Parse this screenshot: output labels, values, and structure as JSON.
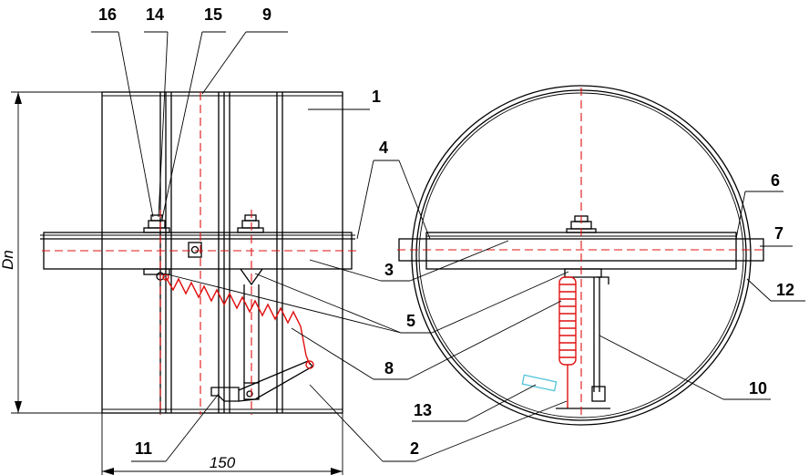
{
  "callouts": {
    "c16": "16",
    "c14": "14",
    "c15": "15",
    "c9": "9",
    "c1": "1",
    "c4": "4",
    "c6": "6",
    "c7": "7",
    "c3": "3",
    "c12": "12",
    "c5": "5",
    "c8": "8",
    "c10": "10",
    "c13": "13",
    "c11": "11",
    "c2": "2"
  },
  "dimensions": {
    "height_label": "Dn",
    "width_label": "150"
  },
  "colors": {
    "outline": "#000000",
    "axis": "#e01010",
    "spring": "#e01010",
    "marker": "#4fc3d9"
  }
}
